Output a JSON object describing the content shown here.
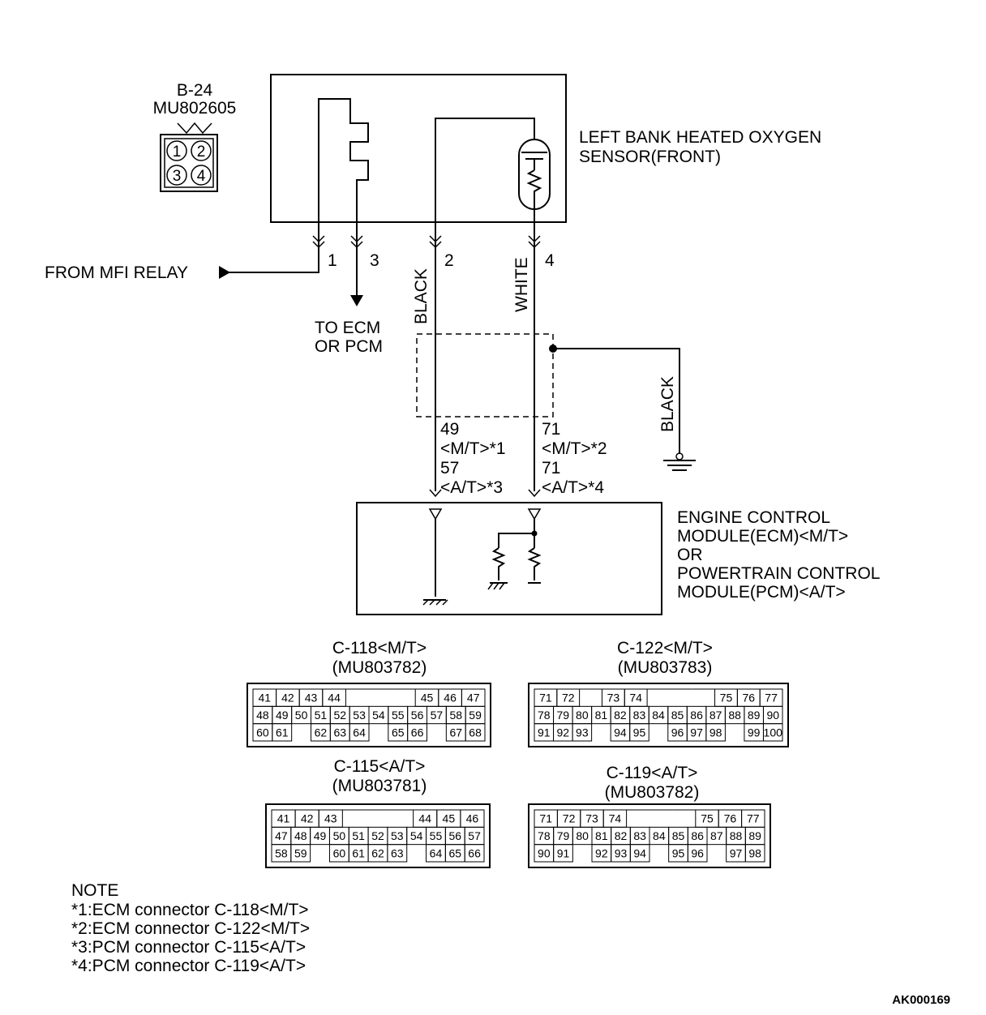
{
  "connector_b24": {
    "id": "B-24",
    "part": "MU802605",
    "pins": [
      "1",
      "2",
      "3",
      "4"
    ]
  },
  "sensor": {
    "line1": "LEFT BANK HEATED OXYGEN",
    "line2": "SENSOR(FRONT)"
  },
  "pins": {
    "p1": "1",
    "p3": "3",
    "p2": "2",
    "p4": "4"
  },
  "from_relay": "FROM MFI RELAY",
  "to_ecm": {
    "line1": "TO ECM",
    "line2": "OR PCM"
  },
  "wires": {
    "left": "BLACK",
    "right": "WHITE",
    "ground": "BLACK"
  },
  "ecm_pins_left": [
    "49",
    "<M/T>*1",
    "57",
    "<A/T>*3"
  ],
  "ecm_pins_right": [
    "71",
    "<M/T>*2",
    "71",
    "<A/T>*4"
  ],
  "ecm": {
    "lines": [
      "ENGINE CONTROL",
      "MODULE(ECM)<M/T>",
      "OR",
      "POWERTRAIN CONTROL",
      "MODULE(PCM)<A/T>"
    ]
  },
  "connectors": [
    {
      "title": "C-118<M/T>",
      "part": "(MU803782)",
      "rows": [
        [
          "41",
          "42",
          "43",
          "44",
          "",
          "",
          "",
          "45",
          "46",
          "47"
        ],
        [
          "48",
          "49",
          "50",
          "51",
          "52",
          "53",
          "54",
          "55",
          "56",
          "57",
          "58",
          "59"
        ],
        [
          "60",
          "61",
          "",
          "62",
          "63",
          "64",
          "",
          "65",
          "66",
          "",
          "67",
          "68"
        ]
      ]
    },
    {
      "title": "C-122<M/T>",
      "part": "(MU803783)",
      "rows": [
        [
          "71",
          "72",
          "",
          "73",
          "74",
          "",
          "",
          "",
          "75",
          "76",
          "77"
        ],
        [
          "78",
          "79",
          "80",
          "81",
          "82",
          "83",
          "84",
          "85",
          "86",
          "87",
          "88",
          "89",
          "90"
        ],
        [
          "91",
          "92",
          "93",
          "",
          "94",
          "95",
          "",
          "96",
          "97",
          "98",
          "",
          "99",
          "100"
        ]
      ]
    },
    {
      "title": "C-115<A/T>",
      "part": "(MU803781)",
      "rows": [
        [
          "41",
          "42",
          "43",
          "",
          "",
          "",
          "44",
          "45",
          "46"
        ],
        [
          "47",
          "48",
          "49",
          "50",
          "51",
          "52",
          "53",
          "54",
          "55",
          "56",
          "57"
        ],
        [
          "58",
          "59",
          "",
          "60",
          "61",
          "62",
          "63",
          "",
          "64",
          "65",
          "66"
        ]
      ]
    },
    {
      "title": "C-119<A/T>",
      "part": "(MU803782)",
      "rows": [
        [
          "71",
          "72",
          "73",
          "74",
          "",
          "",
          "",
          "75",
          "76",
          "77"
        ],
        [
          "78",
          "79",
          "80",
          "81",
          "82",
          "83",
          "84",
          "85",
          "86",
          "87",
          "88",
          "89"
        ],
        [
          "90",
          "91",
          "",
          "92",
          "93",
          "94",
          "",
          "95",
          "96",
          "",
          "97",
          "98"
        ]
      ]
    }
  ],
  "note": {
    "title": "NOTE",
    "lines": [
      "*1:ECM connector C-118<M/T>",
      "*2:ECM connector C-122<M/T>",
      "*3:PCM connector C-115<A/T>",
      "*4:PCM connector C-119<A/T>"
    ]
  },
  "figure_id": "AK000169"
}
